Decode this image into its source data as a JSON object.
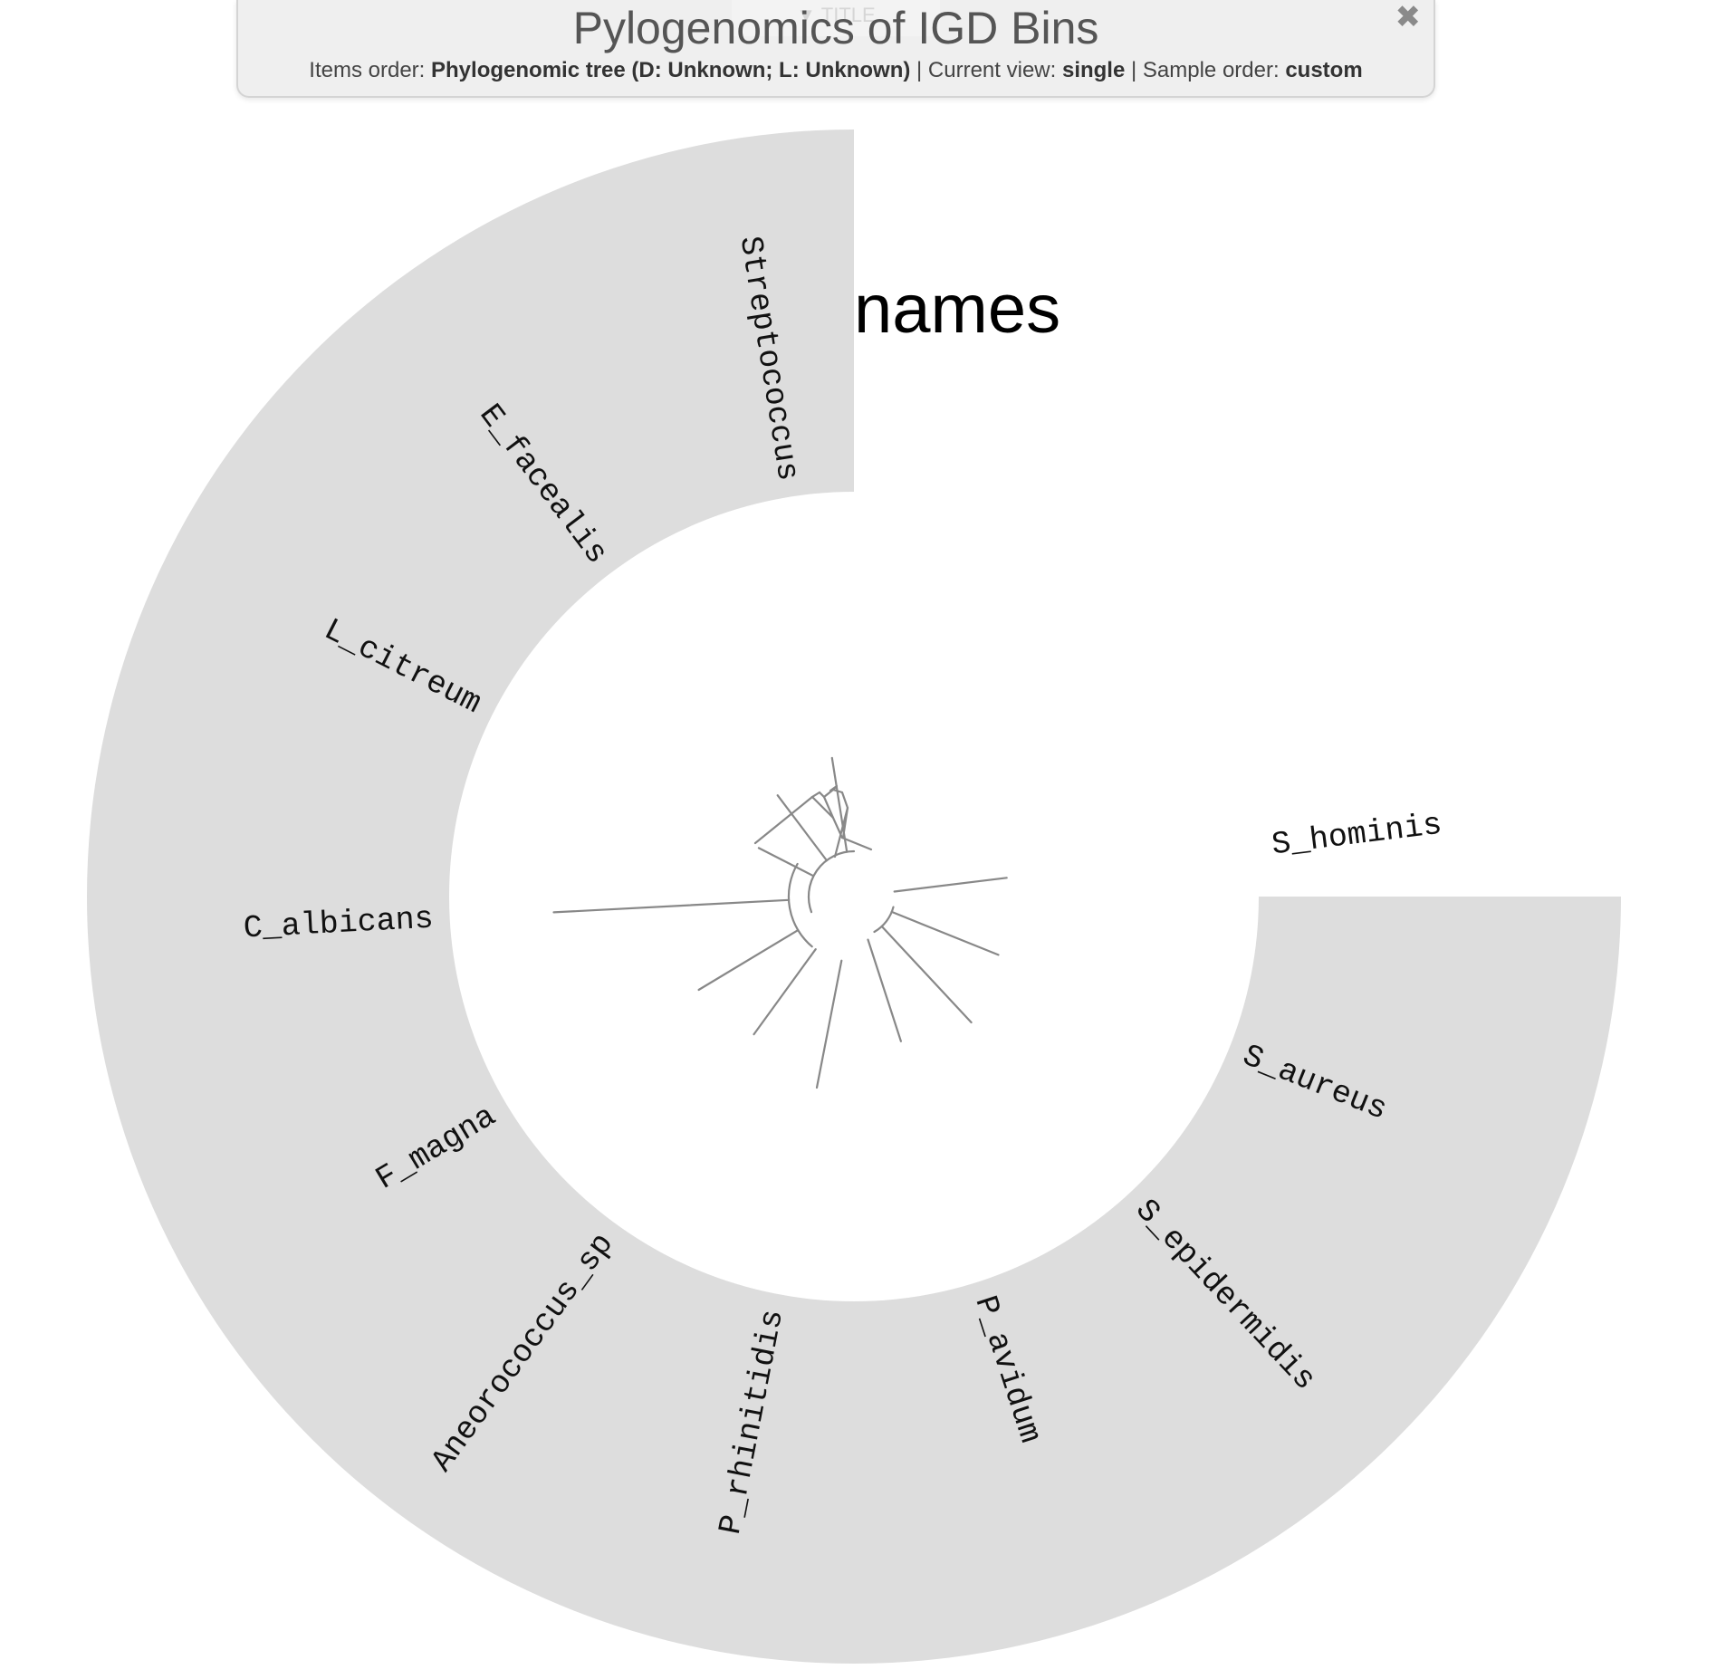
{
  "panel": {
    "tab_hint": "▼ TITLE",
    "title": "Pylogenomics of IGD Bins",
    "items_order_label": "Items order:",
    "items_order_value": "Phylogenomic tree (D: Unknown; L: Unknown)",
    "separator": "|",
    "current_view_label": "Current view:",
    "current_view_value": "single",
    "sample_order_label": "Sample order:",
    "sample_order_value": "custom",
    "close_icon": "close-icon"
  },
  "layer": {
    "title": "names",
    "ring_color": "#dddddd",
    "tree_color": "#888888"
  },
  "leaves": [
    {
      "name": "Streptococcus"
    },
    {
      "name": "E_facealis"
    },
    {
      "name": "L_citreum"
    },
    {
      "name": "C_albicans"
    },
    {
      "name": "F_magna"
    },
    {
      "name": "Aneorococcus_sp"
    },
    {
      "name": "P_rhinitidis"
    },
    {
      "name": "P_avidum"
    },
    {
      "name": "S_epidermidis"
    },
    {
      "name": "S_aureus"
    },
    {
      "name": "S_hominis"
    }
  ]
}
